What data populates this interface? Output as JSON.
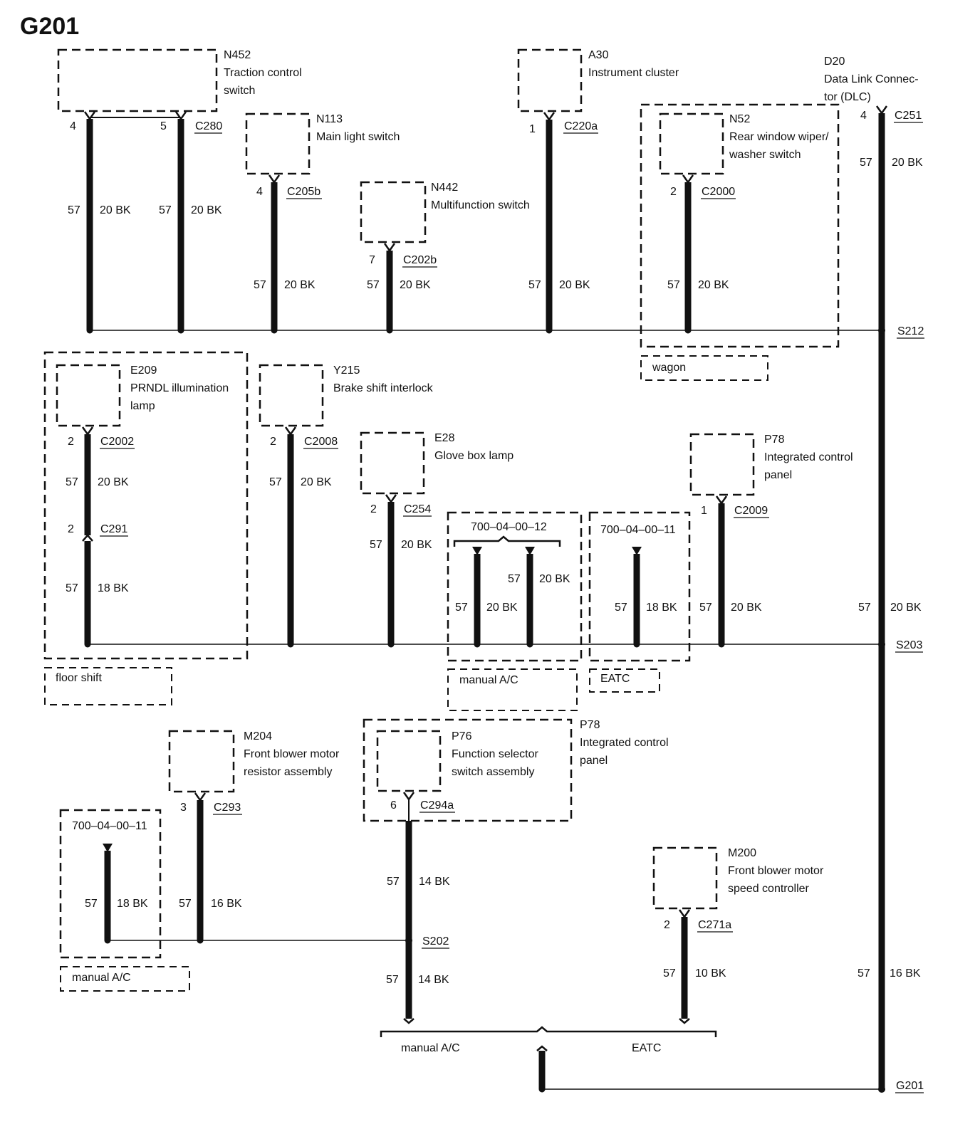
{
  "title": "G201",
  "components": {
    "n452": {
      "id": "N452",
      "line1": "Traction control",
      "line2": "switch"
    },
    "a30": {
      "id": "A30",
      "line1": "Instrument cluster"
    },
    "d20": {
      "id": "D20",
      "line1": "Data Link Connec-",
      "line2": "tor (DLC)"
    },
    "n113": {
      "id": "N113",
      "line1": "Main light switch"
    },
    "n442": {
      "id": "N442",
      "line1": "Multifunction switch"
    },
    "n52": {
      "id": "N52",
      "line1": "Rear window wiper/",
      "line2": "washer switch"
    },
    "e209": {
      "id": "E209",
      "line1": "PRNDL illumination",
      "line2": "lamp"
    },
    "y215": {
      "id": "Y215",
      "line1": "Brake shift interlock"
    },
    "e28": {
      "id": "E28",
      "line1": "Glove box lamp"
    },
    "p78a": {
      "id": "P78",
      "line1": "Integrated control",
      "line2": "panel"
    },
    "m204": {
      "id": "M204",
      "line1": "Front blower motor",
      "line2": "resistor assembly"
    },
    "p76": {
      "id": "P76",
      "line1": "Function selector",
      "line2": "switch assembly"
    },
    "p78b": {
      "id": "P78",
      "line1": "Integrated control",
      "line2": "panel"
    },
    "m200": {
      "id": "M200",
      "line1": "Front blower motor",
      "line2": "speed controller"
    }
  },
  "connectors": {
    "c280": "C280",
    "c220a": "C220a",
    "c251": "C251",
    "c205b": "C205b",
    "c202b": "C202b",
    "c2000": "C2000",
    "c2002": "C2002",
    "c291": "C291",
    "c2008": "C2008",
    "c254": "C254",
    "c2009": "C2009",
    "c293": "C293",
    "c294a": "C294a",
    "c271a": "C271a"
  },
  "splices": {
    "s212": "S212",
    "s203": "S203",
    "s202": "S202",
    "g201": "G201"
  },
  "pins": {
    "n452_a": "4",
    "n452_b": "5",
    "n113": "4",
    "n442": "7",
    "a30": "1",
    "n52": "2",
    "d20": "4",
    "e209": "2",
    "c291": "2",
    "y215": "2",
    "e28": "2",
    "p78a": "1",
    "m204": "3",
    "p76": "6",
    "m200": "2"
  },
  "wires": {
    "circuit": "57",
    "w20bk": "20 BK",
    "w18bk": "18 BK",
    "w16bk": "16 BK",
    "w14bk": "14 BK",
    "w10bk": "10 BK"
  },
  "refs": {
    "r12": "700–04–00–12",
    "r11": "700–04–00–11"
  },
  "conditions": {
    "wagon": "wagon",
    "floor_shift": "floor shift",
    "manual_ac": "manual A/C",
    "eatc": "EATC"
  }
}
